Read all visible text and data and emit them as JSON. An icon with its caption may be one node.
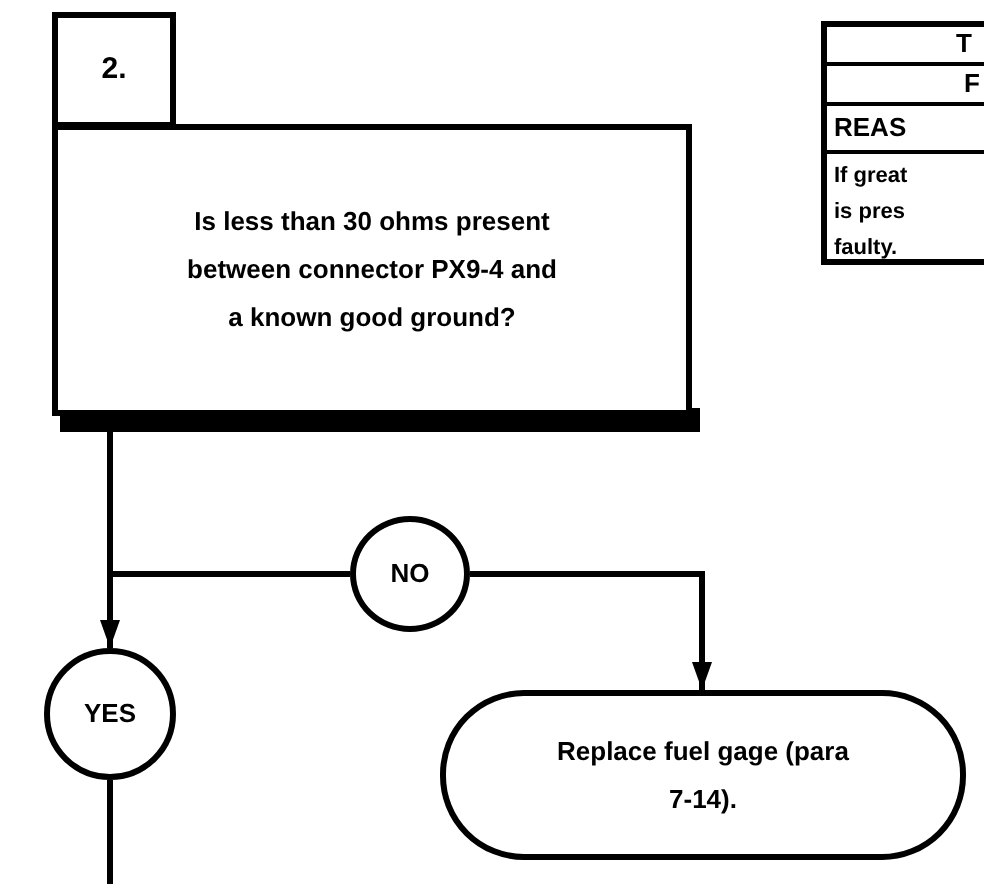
{
  "diagram": {
    "nodes": [
      {
        "text": [
          "2."
        ]
      },
      {
        "text": [
          "Is less than 30 ohms present between connector PX9-4 and a known good ground?"
        ]
      },
      {
        "text": [
          "NO"
        ]
      },
      {
        "text": [
          "YES"
        ]
      },
      {
        "text": [
          "Replace fuel gage (para 7-14)."
        ]
      }
    ],
    "edges": [
      {
        "from": 1,
        "to": 3,
        "arrow": "to"
      },
      {
        "from": 1,
        "to": 2,
        "arrow": "none"
      },
      {
        "from": 2,
        "to": 4,
        "arrow": "to"
      },
      {
        "from": 3,
        "to": null,
        "arrow": "none"
      }
    ],
    "labels": [
      "T",
      "F",
      "REAS",
      "If great",
      "is pres",
      "faulty."
    ]
  }
}
